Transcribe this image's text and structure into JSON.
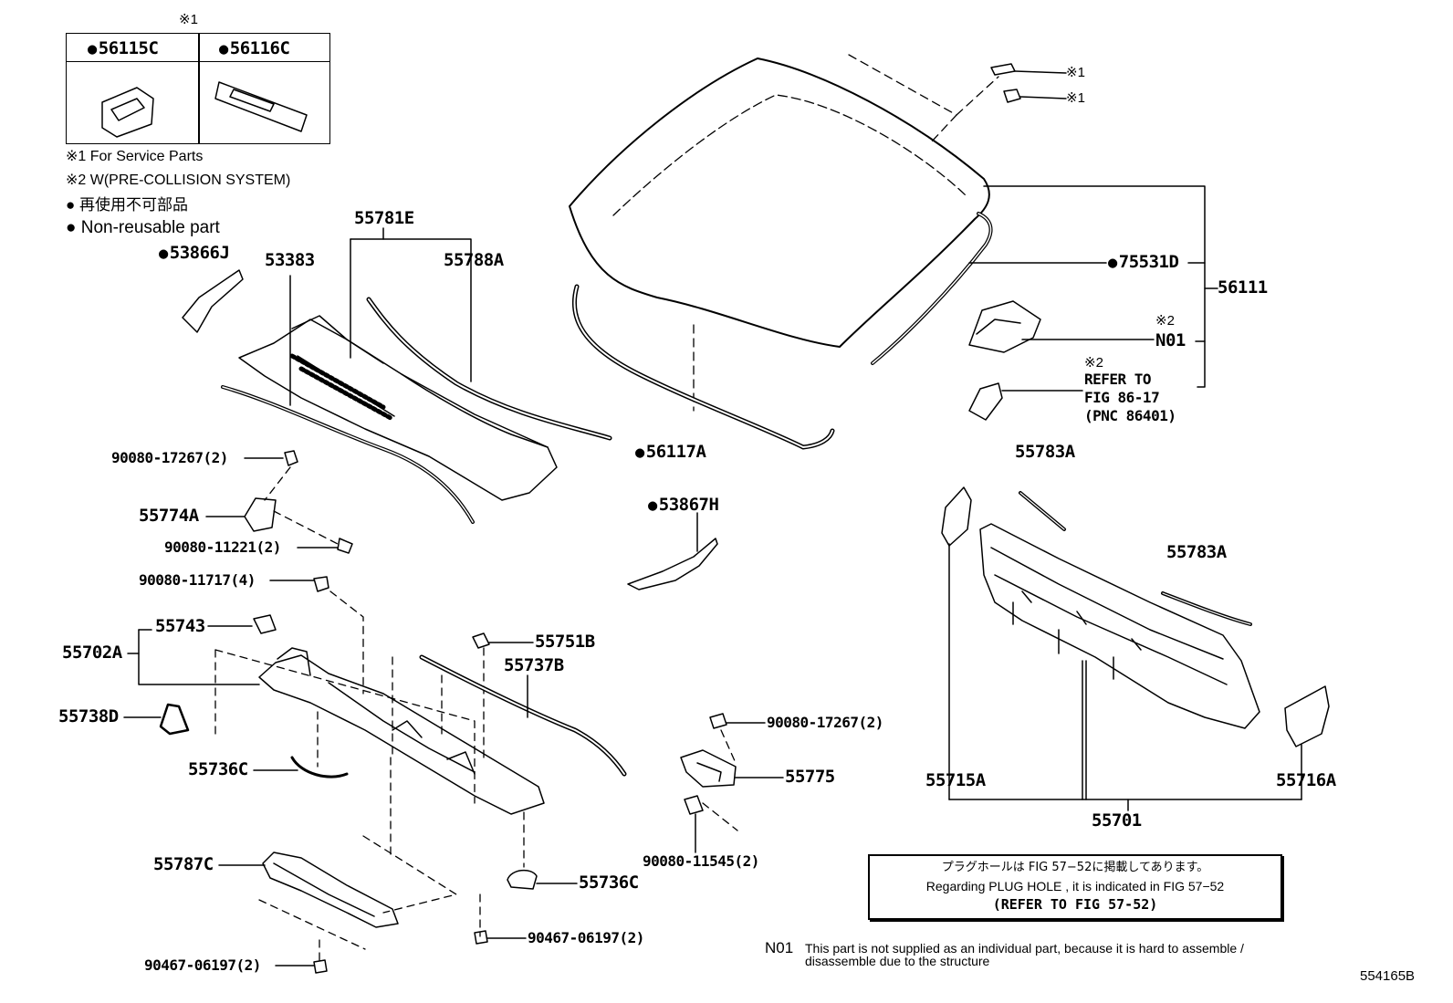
{
  "legend": {
    "table_mark": "※1",
    "col1": "56115C",
    "col2": "56116C",
    "note1": "※1  For Service Parts",
    "note2": "※2  W(PRE-COLLISION SYSTEM)",
    "note3": "● 再使用不可部品",
    "note4": "● Non-reusable part"
  },
  "labels": {
    "p55781E": "55781E",
    "p53866J": "53866J",
    "p53383": "53383",
    "p55788A": "55788A",
    "p90080_17267a": "90080-17267(2)",
    "p55774A": "55774A",
    "p90080_11221": "90080-11221(2)",
    "p90080_11717": "90080-11717(4)",
    "p55743": "55743",
    "p55702A": "55702A",
    "p55738D": "55738D",
    "p55736C_a": "55736C",
    "p55787C": "55787C",
    "p90467_a": "90467-06197(2)",
    "p90467_b": "90467-06197(2)",
    "p55751B": "55751B",
    "p55737B": "55737B",
    "p55736C_b": "55736C",
    "p56117A": "56117A",
    "p53867H": "53867H",
    "p90080_17267b": "90080-17267(2)",
    "p55775": "55775",
    "p90080_11545": "90080-11545(2)",
    "p75531D": "75531D",
    "p56111": "56111",
    "x1a": "※1",
    "x1b": "※1",
    "n01_mark": "※2",
    "n01": "N01",
    "refer_mark": "※2",
    "refer1": "REFER TO",
    "refer2": "FIG 86-17",
    "refer3": "(PNC 86401)",
    "p55783A_a": "55783A",
    "p55783A_b": "55783A",
    "p55715A": "55715A",
    "p55701": "55701",
    "p55716A": "55716A"
  },
  "ref_box": {
    "line1": "プラグホールは FIG 57−52に掲載してあります。",
    "line2": "Regarding  PLUG  HOLE , it is indicated in FIG  57−52",
    "line3": "(REFER TO FIG 57-52)"
  },
  "footnote": {
    "code": "N01",
    "line1": "This part is not supplied as an individual part, because it is hard to assemble /",
    "line2": "disassemble due to the structure"
  },
  "figure_id": "554165B"
}
